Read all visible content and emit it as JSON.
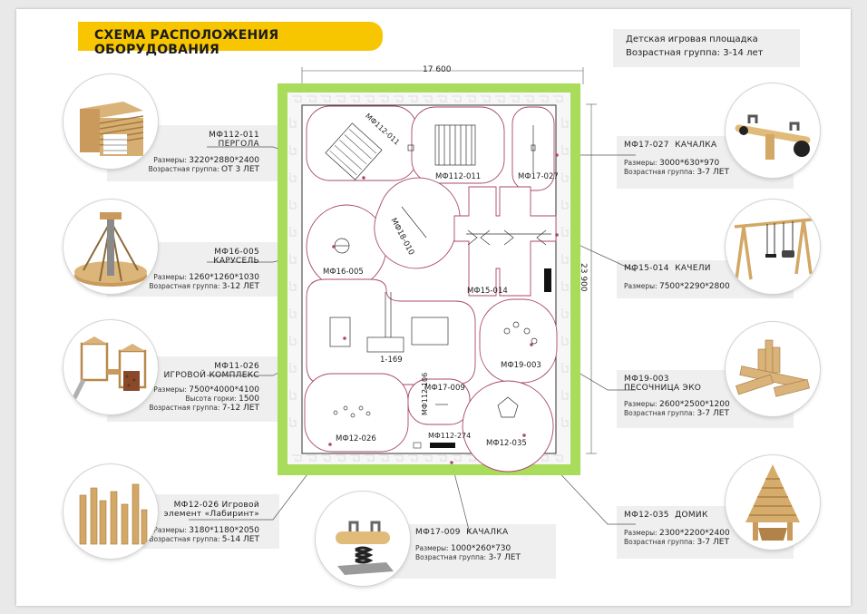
{
  "header": {
    "title": "СХЕМА РАСПОЛОЖЕНИЯ ОБОРУДОВАНИЯ",
    "subtitle_line1": "Детская игровая площадка",
    "subtitle_line2": "Возрастная группа: 3-14 лет"
  },
  "dimensions": {
    "width": "17 600",
    "height": "23 900"
  },
  "plan_labels": {
    "pergola": "МФ112-011",
    "pergola_diag": "МФ112-011",
    "seesaw27": "МФ17-027",
    "carousel": "МФ16-005",
    "bench": "МФ18-010",
    "swings": "МФ15-014",
    "complex": "1-169",
    "sandbox": "МФ19-003",
    "rocker": "МФ17-009",
    "labyrinth": "МФ12-026",
    "house": "МФ12-035",
    "bin": "МФ112-106",
    "bench2": "МФ112-274"
  },
  "items": {
    "pergola": {
      "code": "МФ112-011",
      "name": "Пергола",
      "dims_label": "Размеры:",
      "dims": "3220*2880*2400",
      "age_label": "Возрастная группа:",
      "age": "от 3 лет"
    },
    "carousel": {
      "code": "МФ16-005",
      "name": "Карусель",
      "dims_label": "Размеры:",
      "dims": "1260*1260*1030",
      "age_label": "Возрастная группа:",
      "age": "3-12 лет"
    },
    "complex": {
      "code": "МФ11-026",
      "name": "Игровой комплекс",
      "dims_label": "Размеры:",
      "dims": "7500*4000*4100",
      "slide_label": "Высота горки:",
      "slide": "1500",
      "age_label": "Возрастная группа:",
      "age": "7-12 лет"
    },
    "labyrinth": {
      "code": "МФ12-026 Игровой",
      "name": "элемент «Лабиринт»",
      "dims_label": "Размеры:",
      "dims": "3180*1180*2050",
      "age_label": "Возрастная группа:",
      "age": "5-14 лет"
    },
    "rocker": {
      "code": "МФ17-009",
      "name": "Качалка",
      "dims_label": "Размеры:",
      "dims": "1000*260*730",
      "age_label": "Возрастная группа:",
      "age": "3-7 лет"
    },
    "seesaw": {
      "code": "МФ17-027",
      "name": "Качалка",
      "dims_label": "Размеры:",
      "dims": "3000*630*970",
      "age_label": "Возрастная группа:",
      "age": "3-7 лет"
    },
    "swings": {
      "code": "МФ15-014",
      "name": "Качели",
      "dims_label": "Размеры:",
      "dims": "7500*2290*2800"
    },
    "sandbox": {
      "code": "МФ19-003",
      "name": "Песочница Эко",
      "dims_label": "Размеры:",
      "dims": "2600*2500*1200",
      "age_label": "Возрастная группа:",
      "age": "3-7 лет"
    },
    "house": {
      "code": "МФ12-035",
      "name": "Домик",
      "dims_label": "Размеры:",
      "dims": "2300*2200*2400",
      "age_label": "Возрастная группа:",
      "age": "3-7 лет"
    }
  },
  "colors": {
    "accent": "#f7c600",
    "border_green": "#a8dc5a",
    "zone": "#a8486a"
  },
  "icons": [
    "pergola-icon",
    "carousel-icon",
    "play-complex-icon",
    "labyrinth-icon",
    "spring-rocker-icon",
    "seesaw-icon",
    "swing-icon",
    "sandbox-icon",
    "house-icon"
  ]
}
